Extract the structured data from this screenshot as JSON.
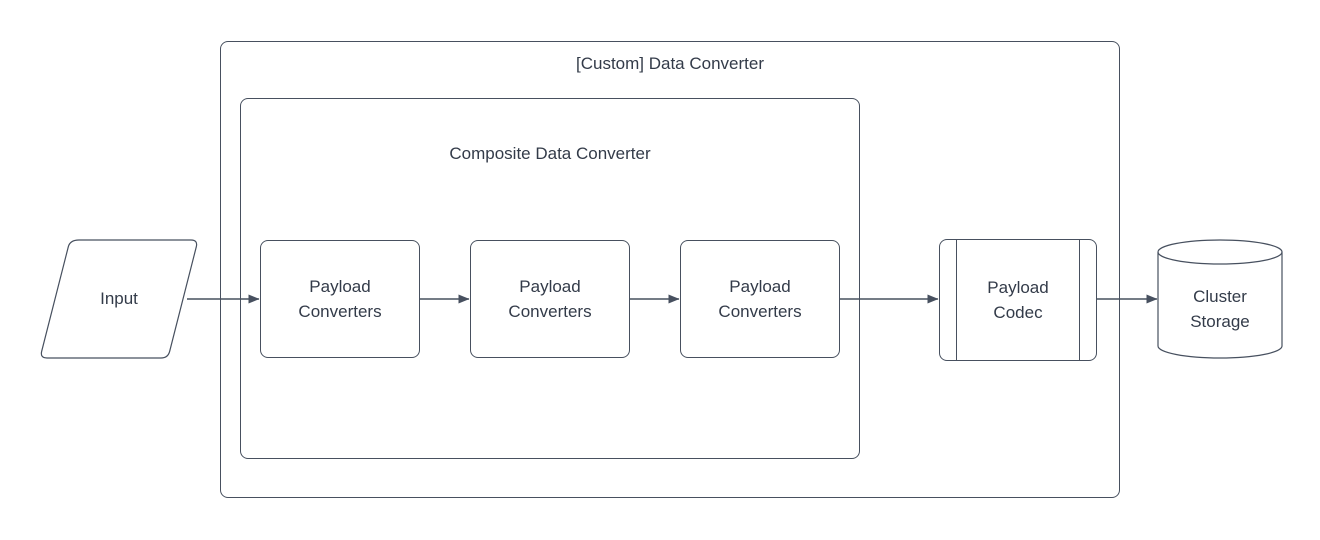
{
  "diagram": {
    "outer_container": {
      "title": "[Custom] Data Converter"
    },
    "inner_container": {
      "title": "Composite Data Converter"
    },
    "nodes": {
      "input": {
        "label": "Input",
        "shape": "parallelogram"
      },
      "converter1": {
        "label": "Payload Converters",
        "shape": "rounded-rectangle"
      },
      "converter2": {
        "label": "Payload Converters",
        "shape": "rounded-rectangle"
      },
      "converter3": {
        "label": "Payload Converters",
        "shape": "rounded-rectangle"
      },
      "codec": {
        "label": "Payload Codec",
        "shape": "predefined-process"
      },
      "storage": {
        "label": "Cluster Storage",
        "shape": "cylinder"
      }
    },
    "connections": [
      {
        "from": "input",
        "to": "converter1"
      },
      {
        "from": "converter1",
        "to": "converter2"
      },
      {
        "from": "converter2",
        "to": "converter3"
      },
      {
        "from": "converter3",
        "to": "codec"
      },
      {
        "from": "codec",
        "to": "storage"
      }
    ],
    "colors": {
      "stroke": "#47505f",
      "text": "#333b49",
      "background": "#ffffff"
    }
  }
}
